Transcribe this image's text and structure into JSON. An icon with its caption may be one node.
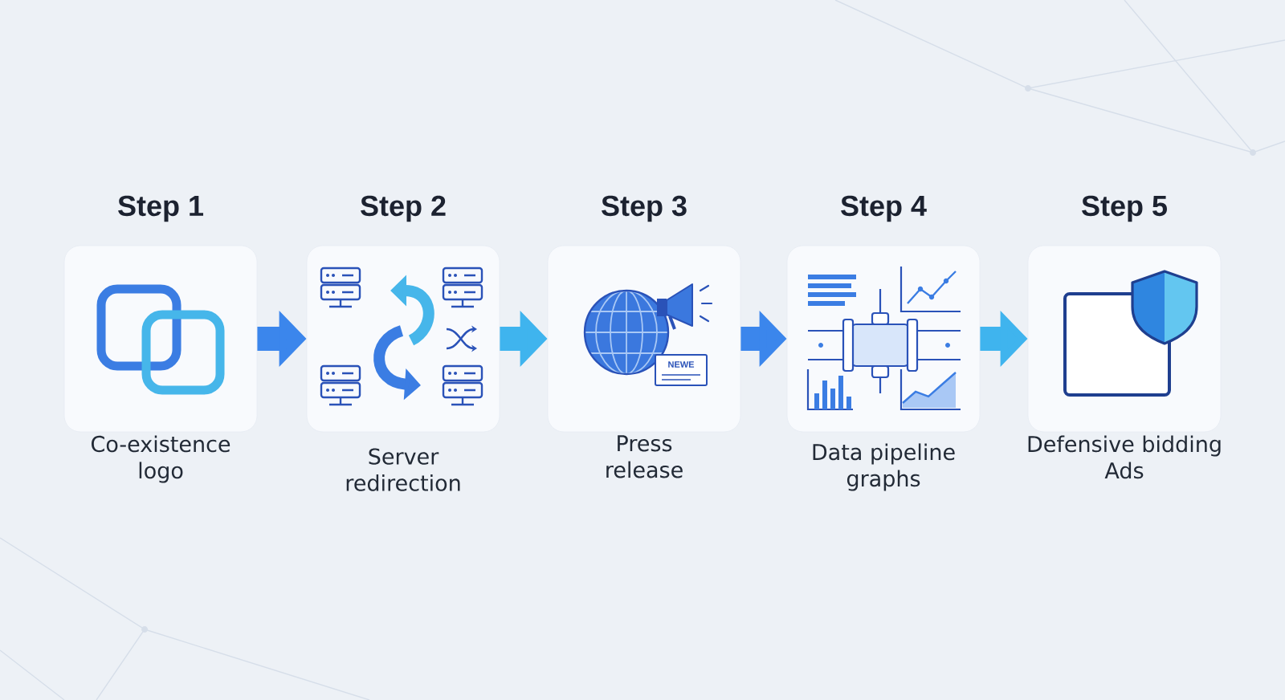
{
  "diagram": {
    "nodes": [
      {
        "text": [
          "Step 1",
          "Co-existence logo"
        ]
      },
      {
        "text": [
          "Step 2",
          "Server redirection"
        ]
      },
      {
        "text": [
          "Step 3",
          "Press release"
        ]
      },
      {
        "text": [
          "Step 4",
          "Data pipeline graphs"
        ]
      },
      {
        "text": [
          "Step 5",
          "Defensive bidding Ads"
        ]
      }
    ],
    "edges": [
      {
        "from": 0,
        "to": 1,
        "arrow": "to"
      },
      {
        "from": 1,
        "to": 2,
        "arrow": "to",
        "color": "#3fb4ee"
      },
      {
        "from": 2,
        "to": 3,
        "arrow": "to"
      },
      {
        "from": 3,
        "to": 4,
        "arrow": "to",
        "color": "#3fb4ee"
      }
    ],
    "labels": [
      "NEWE"
    ]
  }
}
